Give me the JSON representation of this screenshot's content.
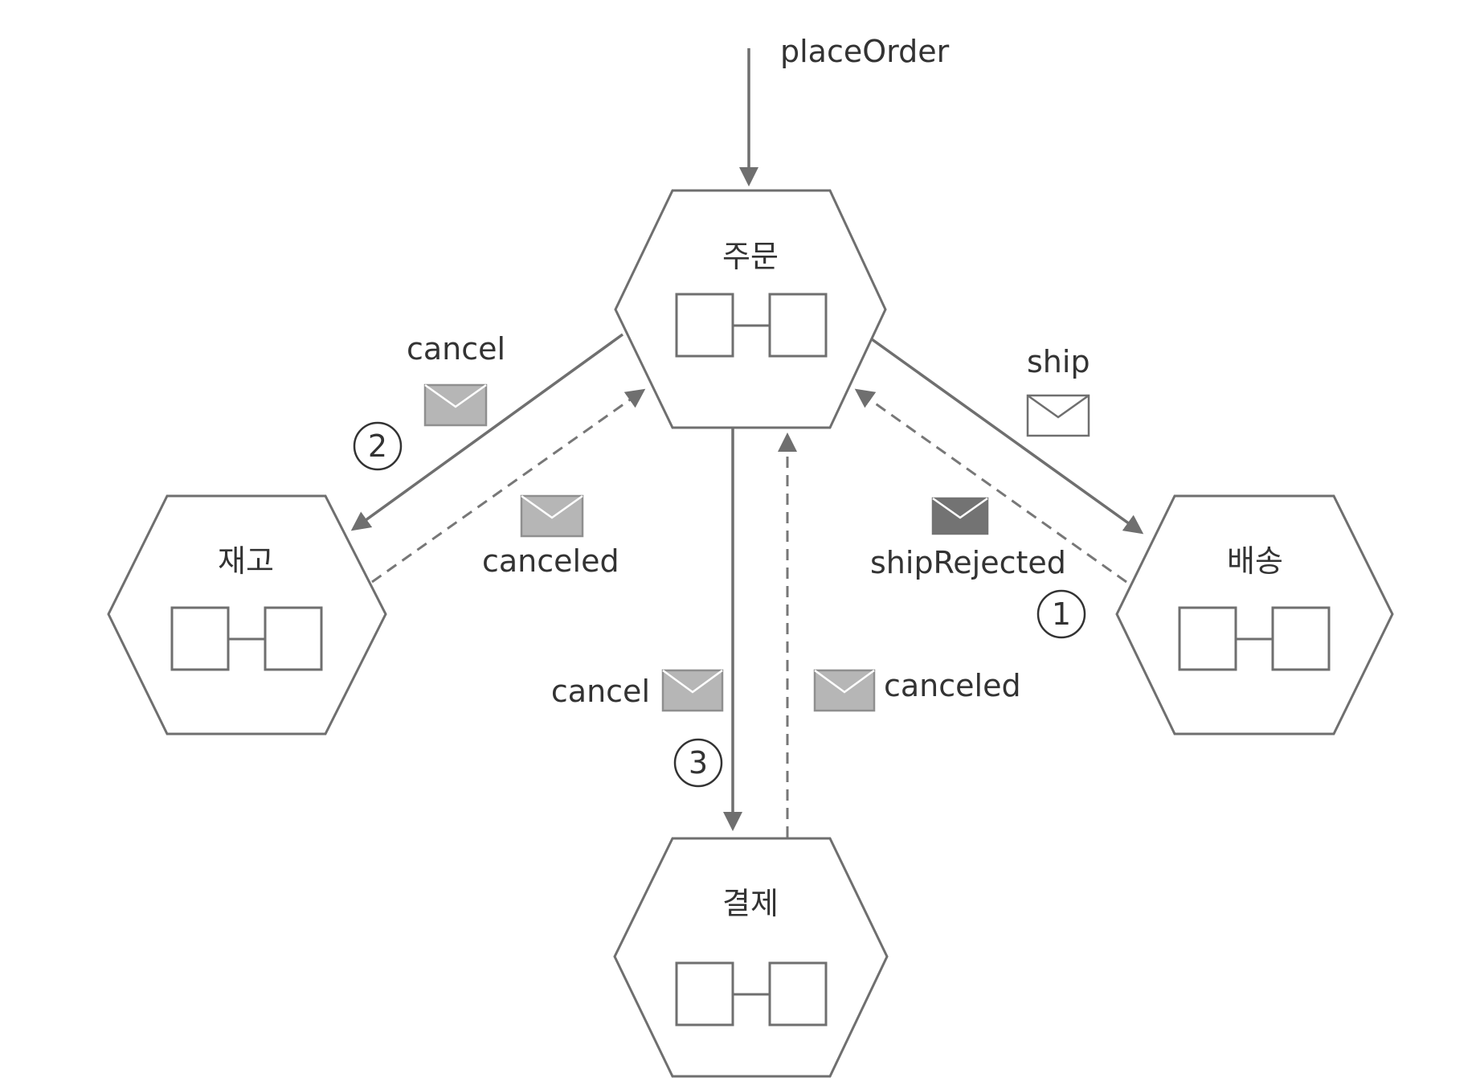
{
  "nodes": {
    "order": "주문",
    "inventory": "재고",
    "shipping": "배송",
    "payment": "결제"
  },
  "flows": {
    "place_order": "placeOrder",
    "order_to_inventory": "cancel",
    "inventory_to_order": "canceled",
    "order_to_shipping": "ship",
    "shipping_to_order": "shipRejected",
    "order_to_payment": "cancel",
    "payment_to_order": "canceled"
  },
  "steps": {
    "step_1": "1",
    "step_2": "2",
    "step_3": "3"
  },
  "colors": {
    "line": "#6f6f6f",
    "dashed_line": "#777777",
    "text": "#333333",
    "envelope_gray": "#b6b6b6",
    "envelope_dark": "#737373",
    "envelope_outline": "#ffffff"
  },
  "icons": {
    "message": "envelope-icon",
    "component": "component-pair-icon"
  }
}
